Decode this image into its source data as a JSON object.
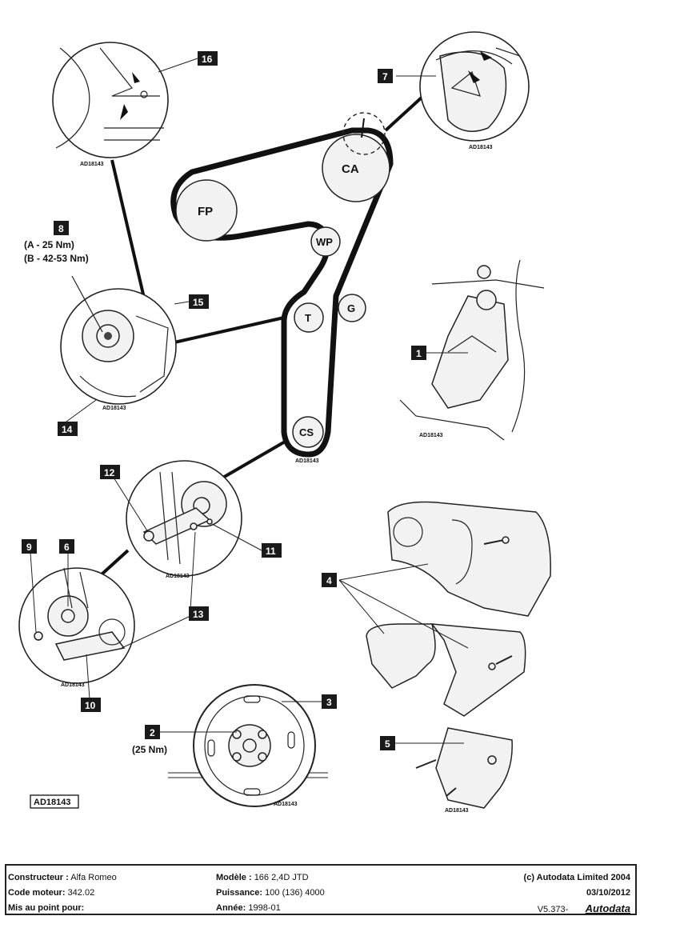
{
  "labels": {
    "l1": "1",
    "l2": "2",
    "l3": "3",
    "l4": "4",
    "l5": "5",
    "l6": "6",
    "l7": "7",
    "l8": "8",
    "l9": "9",
    "l10": "10",
    "l11": "11",
    "l12": "12",
    "l13": "13",
    "l14": "14",
    "l15": "15",
    "l16": "16"
  },
  "pulleys": {
    "ca": "CA",
    "fp": "FP",
    "wp": "WP",
    "t": "T",
    "g": "G",
    "cs": "CS"
  },
  "torques": {
    "item8_a": "(A - 25 Nm)",
    "item8_b": "(B - 42-53 Nm)",
    "item2": "(25 Nm)"
  },
  "refs": {
    "code": "AD18143",
    "boxed": "AD18143"
  },
  "footer": {
    "make_label": "Constructeur :",
    "make_value": "Alfa Romeo",
    "engine_label": "Code moteur:",
    "engine_value": "342.02",
    "tuned_label": "Mis au point pour:",
    "model_label": "Modèle :",
    "model_value": "166 2,4D JTD",
    "power_label": "Puissance:",
    "power_value": "100 (136) 4000",
    "year_label": "Année:",
    "year_value": "1998-01",
    "copyright": "(c) Autodata Limited 2004",
    "date": "03/10/2012",
    "version": "V5.373-",
    "brand": "Autodata"
  }
}
